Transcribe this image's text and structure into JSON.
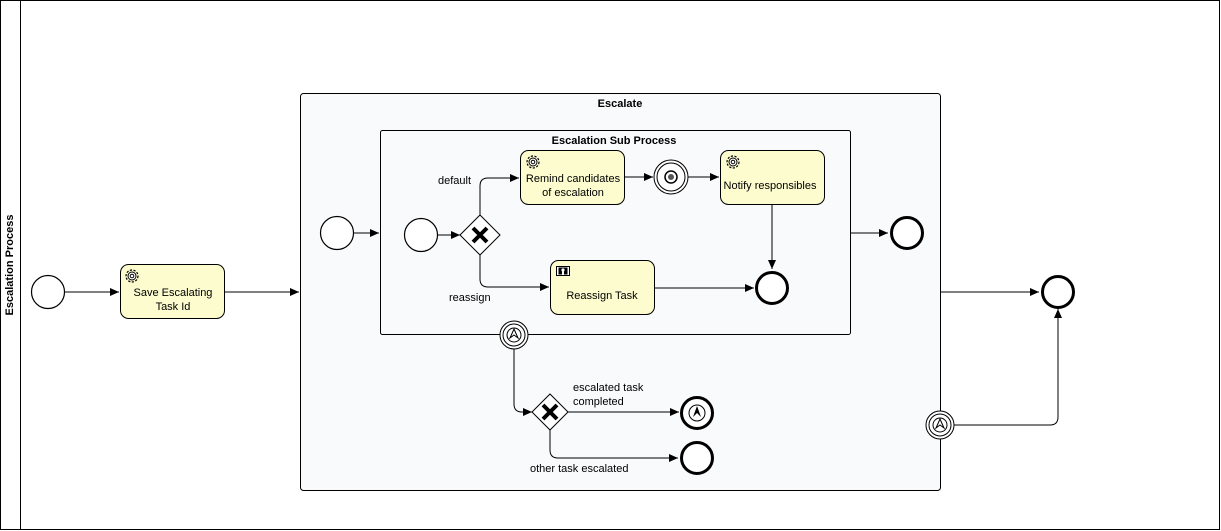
{
  "pool": {
    "label": "Escalation Process"
  },
  "tasks": {
    "save": {
      "line1": "Save Escalating",
      "line2": "Task Id",
      "icon": "gear-icon"
    },
    "remind": {
      "line1": "Remind candidates",
      "line2": "of escalation",
      "icon": "gear-icon"
    },
    "notify": {
      "label": "Notify responsibles",
      "icon": "gear-icon"
    },
    "reassign": {
      "label": "Reassign Task",
      "icon": "user-task-icon"
    }
  },
  "subprocesses": {
    "escalate": {
      "label": "Escalate"
    },
    "inner": {
      "label": "Escalation Sub Process"
    }
  },
  "flows": {
    "default": "default",
    "reassign": "reassign",
    "completed_line1": "escalated task",
    "completed_line2": "completed",
    "other": "other task escalated"
  },
  "colors": {
    "task_fill": "#fcfccf",
    "subprocess_fill": "#f9fafc",
    "stroke": "#000000"
  }
}
